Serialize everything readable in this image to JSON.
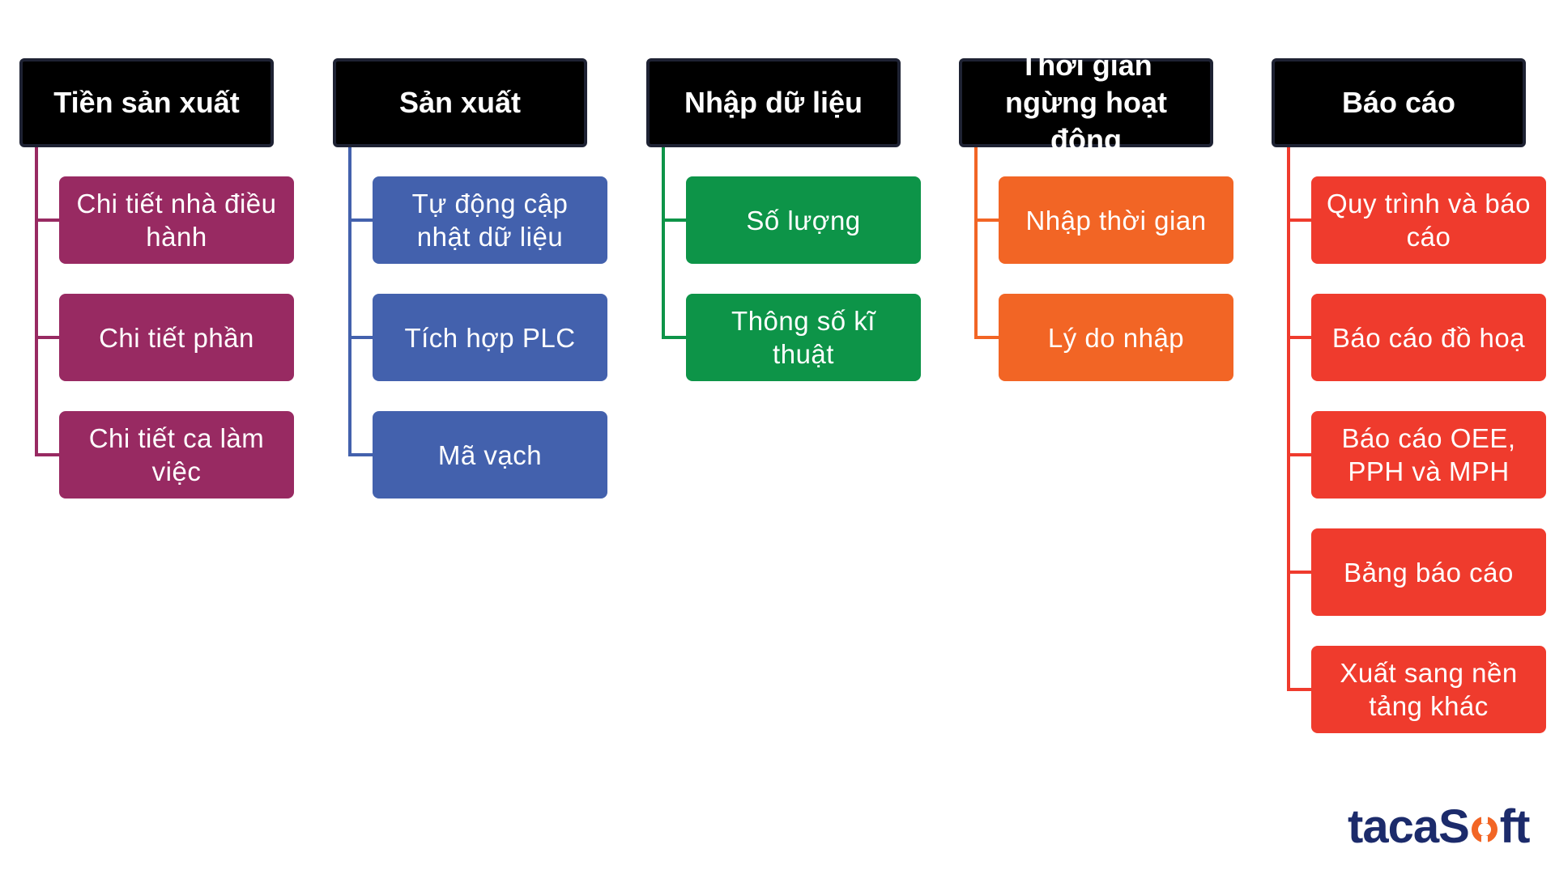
{
  "columns": [
    {
      "header": "Tiền sản xuất",
      "color": "#982a62",
      "items": [
        "Chi tiết nhà điều hành",
        "Chi tiết phần",
        "Chi tiết ca làm việc"
      ]
    },
    {
      "header": "Sản xuất",
      "color": "#4361ad",
      "items": [
        "Tự động cập nhật dữ liệu",
        "Tích hợp PLC",
        "Mã vạch"
      ]
    },
    {
      "header": "Nhập dữ liệu",
      "color": "#0d9448",
      "items": [
        "Số lượng",
        "Thông số kĩ thuật"
      ]
    },
    {
      "header": "Thời gian ngừng hoạt động",
      "color": "#f26525",
      "items": [
        "Nhập thời gian",
        "Lý do nhập"
      ]
    },
    {
      "header": "Báo cáo",
      "color": "#ef3b2d",
      "items": [
        "Quy trình và báo cáo",
        "Báo cáo đồ hoạ",
        "Báo cáo OEE, PPH và MPH",
        "Bảng báo cáo",
        "Xuất sang nền tảng khác"
      ]
    }
  ],
  "logo": {
    "part1": "taca",
    "part2": "S",
    "part3": "ft",
    "text_color": "#1c2b6b",
    "accent_color": "#f26525",
    "icon": "orange-o-icon"
  }
}
